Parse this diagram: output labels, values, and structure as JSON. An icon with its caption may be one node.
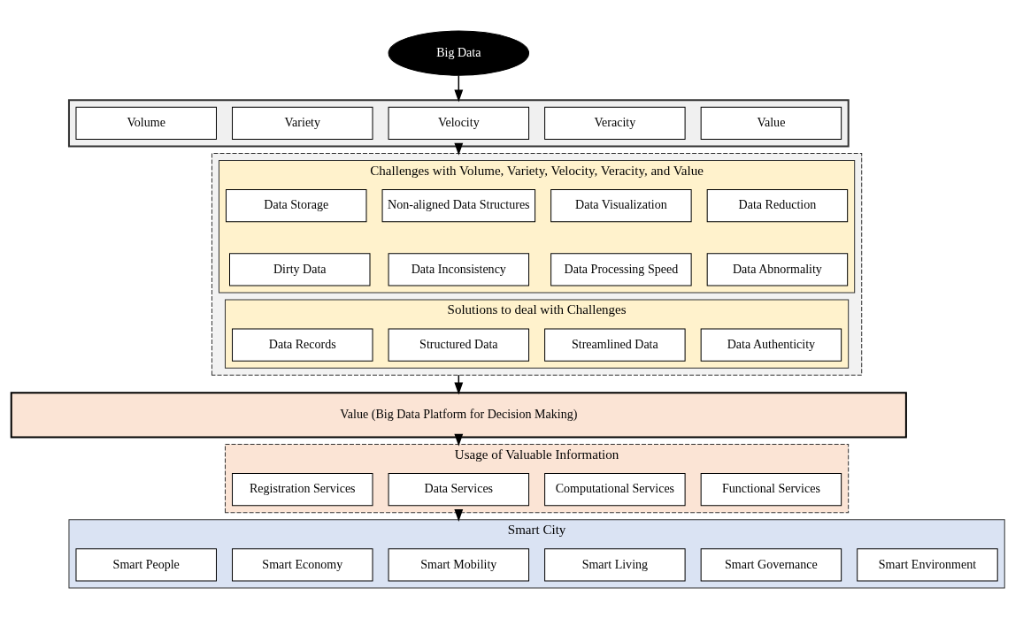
{
  "diagram": {
    "nodes": [
      {
        "text": [
          "Big Data"
        ]
      },
      {
        "text": [],
        "shape": "box"
      },
      {
        "text": [
          "Volume"
        ],
        "in": 1
      },
      {
        "text": [
          "Variety"
        ],
        "in": 1
      },
      {
        "text": [
          "Velocity"
        ],
        "in": 1
      },
      {
        "text": [
          "Veracity"
        ],
        "in": 1
      },
      {
        "text": [
          "Value"
        ],
        "in": 1
      },
      {
        "text": [],
        "shape": "box"
      },
      {
        "text": [
          "Challenges with Volume, Variety, Velocity, Veracity, and Value"
        ],
        "in": 7
      },
      {
        "text": [
          "Data Storage"
        ],
        "in": 8
      },
      {
        "text": [
          "Non-aligned Data Structures"
        ],
        "in": 8
      },
      {
        "text": [
          "Data Visualization"
        ],
        "in": 8
      },
      {
        "text": [
          "Data Reduction"
        ],
        "in": 8
      },
      {
        "text": [
          "Dirty Data"
        ],
        "in": 8
      },
      {
        "text": [
          "Data Inconsistency"
        ],
        "in": 8
      },
      {
        "text": [
          "Data Processing Speed"
        ],
        "in": 8
      },
      {
        "text": [
          "Data Abnormality"
        ],
        "in": 8
      },
      {
        "text": [
          "Solutions to deal with Challenges"
        ],
        "in": 7
      },
      {
        "text": [
          "Data Records"
        ],
        "in": 17
      },
      {
        "text": [
          "Structured Data"
        ],
        "in": 17
      },
      {
        "text": [
          "Streamlined Data"
        ],
        "in": 17
      },
      {
        "text": [
          "Data Authenticity"
        ],
        "in": 17
      },
      {
        "text": [
          "Value (Big Data Platform for Decision Making)"
        ]
      },
      {
        "text": [
          "Usage of Valuable Information"
        ]
      },
      {
        "text": [
          "Registration Services"
        ],
        "in": 23
      },
      {
        "text": [
          "Data Services"
        ],
        "in": 23
      },
      {
        "text": [
          "Computational Services"
        ],
        "in": 23
      },
      {
        "text": [
          "Functional Services"
        ],
        "in": 23
      },
      {
        "text": [
          "Smart City"
        ]
      },
      {
        "text": [
          "Smart People"
        ],
        "in": 28
      },
      {
        "text": [
          "Smart Economy"
        ],
        "in": 28
      },
      {
        "text": [
          "Smart Mobility"
        ],
        "in": 28
      },
      {
        "text": [
          "Smart Living"
        ],
        "in": 28
      },
      {
        "text": [
          "Smart Governance"
        ],
        "in": 28
      },
      {
        "text": [
          "Smart Environment"
        ],
        "in": 28
      }
    ],
    "edges": [
      {
        "from": 0,
        "to": 1,
        "arrow": "to"
      },
      {
        "from": 1,
        "to": 7,
        "arrow": "to"
      },
      {
        "from": 7,
        "to": 22,
        "arrow": "to"
      },
      {
        "from": 22,
        "to": 23,
        "arrow": "to"
      },
      {
        "from": 23,
        "to": 28,
        "arrow": "to"
      }
    ]
  }
}
